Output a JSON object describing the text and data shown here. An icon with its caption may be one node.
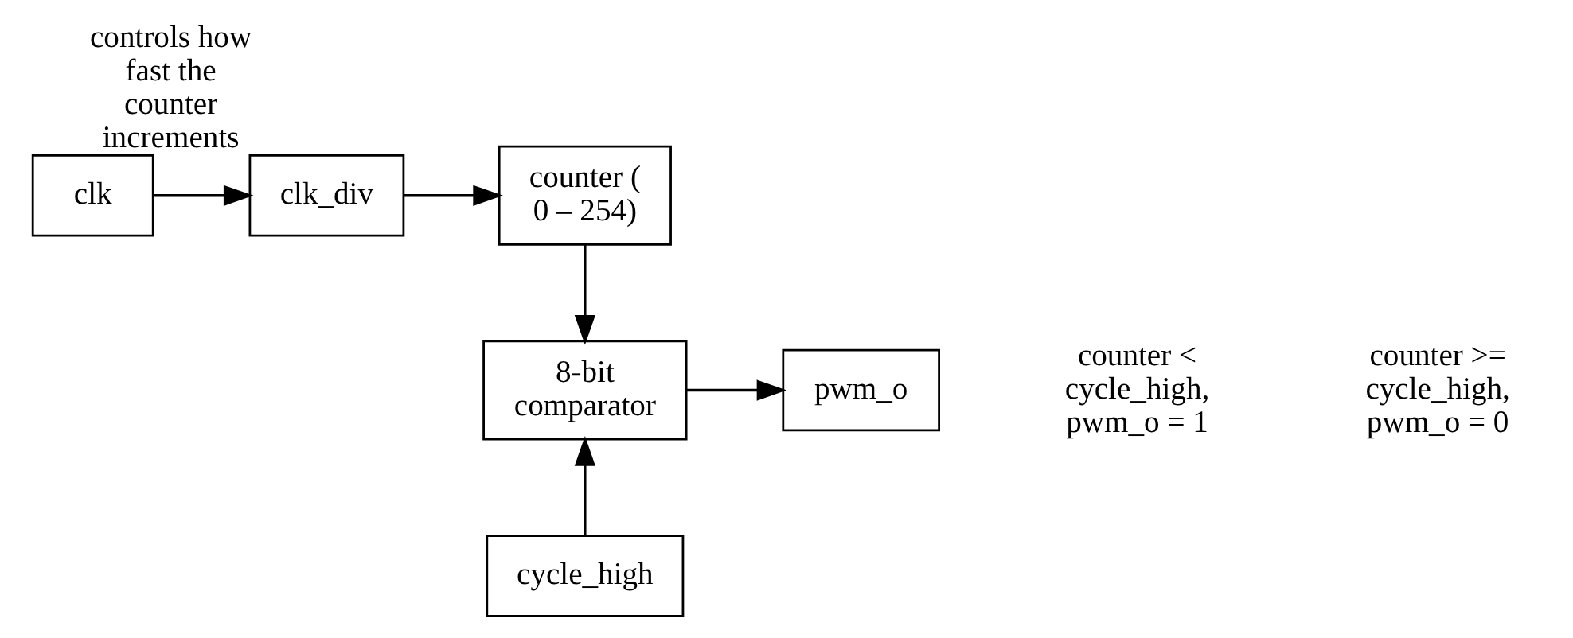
{
  "diagram": {
    "nodes": [
      {
        "text": [
          "clk"
        ]
      },
      {
        "text": [
          "clk_div"
        ],
        "beside": [
          "controls how fast the counter increments"
        ]
      },
      {
        "text": [
          "counter ( 0 – 254)"
        ]
      },
      {
        "text": [
          "8-bit comparator"
        ]
      },
      {
        "text": [
          "pwm_o"
        ]
      },
      {
        "text": [
          "cycle_high"
        ]
      }
    ],
    "edges": [
      {
        "from": 0,
        "to": 1,
        "arrow": "to"
      },
      {
        "from": 1,
        "to": 2,
        "arrow": "to"
      },
      {
        "from": 2,
        "to": 3,
        "arrow": "to"
      },
      {
        "from": 3,
        "to": 4,
        "arrow": "to"
      },
      {
        "from": 5,
        "to": 3,
        "arrow": "to"
      }
    ],
    "labels": [
      "counter < cycle_high, pwm_o = 1",
      "counter >= cycle_high, pwm_o = 0"
    ]
  }
}
